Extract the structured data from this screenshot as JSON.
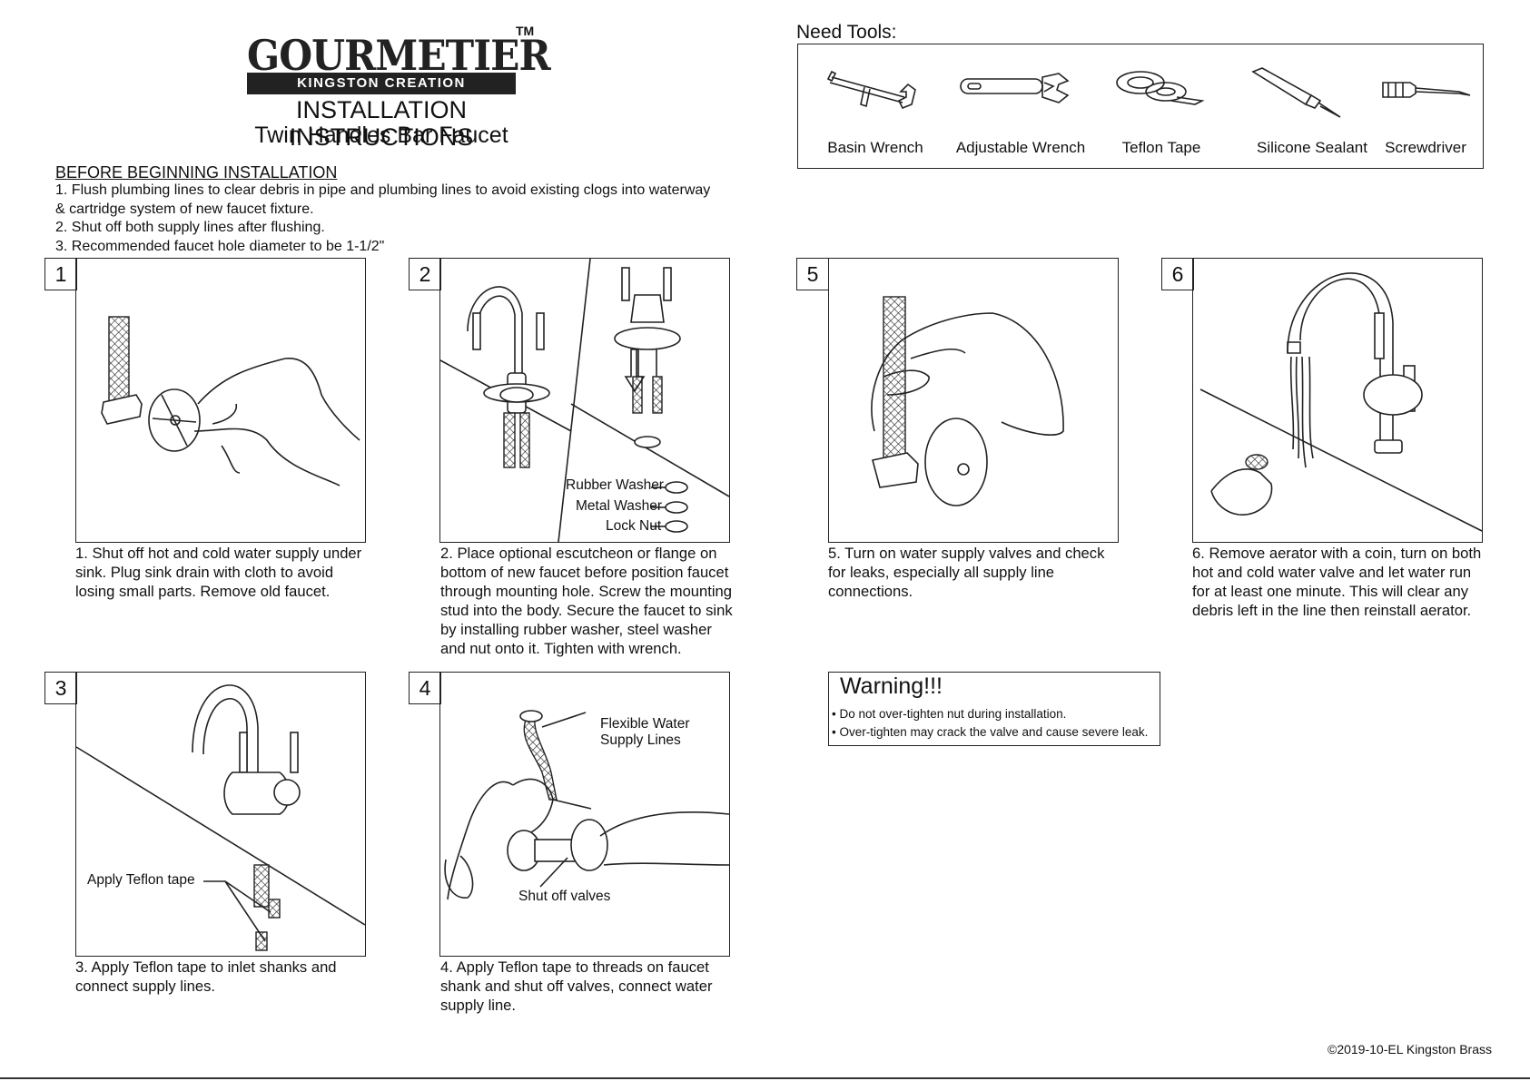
{
  "brand": {
    "name": "GOURMETIER",
    "trademark": "TM",
    "sub": "KINGSTON CREATION"
  },
  "doc": {
    "title": "INSTALLATION INSTRUCTIONS",
    "subtitle": "Twin Handles Bar Faucet"
  },
  "before": {
    "title": "BEFORE BEGINNING INSTALLATION",
    "items": [
      "1. Flush plumbing lines to clear debris in pipe and plumbing lines to avoid existing clogs into waterway",
      "& cartridge system of new faucet fixture.",
      "2. Shut off both supply lines after flushing.",
      "3. Recommended faucet hole diameter to be 1-1/2\""
    ]
  },
  "tools": {
    "title": "Need Tools:",
    "items": [
      {
        "label": "Basin Wrench",
        "icon": "basin-wrench-icon"
      },
      {
        "label": "Adjustable Wrench",
        "icon": "adjustable-wrench-icon"
      },
      {
        "label": "Teflon Tape",
        "icon": "teflon-tape-icon"
      },
      {
        "label": "Silicone Sealant",
        "icon": "silicone-sealant-icon"
      },
      {
        "label": "Screwdriver",
        "icon": "screwdriver-icon"
      }
    ]
  },
  "steps": [
    {
      "num": "1",
      "lines": [
        "1.  Shut off hot and cold water supply under",
        "sink.  Plug sink drain with cloth to avoid",
        "losing small parts.  Remove old faucet."
      ]
    },
    {
      "num": "2",
      "lines": [
        "2. Place optional escutcheon or flange on",
        "bottom of new faucet before position faucet",
        "through mounting hole.  Screw the mounting",
        "stud into the body.  Secure the faucet to sink",
        "by installing rubber washer, steel washer",
        "and nut onto it.  Tighten with wrench."
      ],
      "labels": [
        "Rubber Washer",
        "Metal Washer",
        "Lock Nut"
      ]
    },
    {
      "num": "3",
      "lines": [
        "3. Apply Teflon tape to inlet shanks and",
        "connect supply lines."
      ],
      "labels": [
        "Apply Teflon tape"
      ]
    },
    {
      "num": "4",
      "lines": [
        "4. Apply Teflon tape to threads on faucet",
        "shank and shut off valves, connect water",
        "supply line."
      ],
      "labels": [
        "Flexible Water",
        "Supply Lines",
        "Shut off valves"
      ]
    },
    {
      "num": "5",
      "lines": [
        "5. Turn on water supply valves and check",
        "for leaks, especially all supply line",
        "connections."
      ]
    },
    {
      "num": "6",
      "lines": [
        "6. Remove aerator with a coin, turn on both",
        "hot and cold water valve and let water run",
        "for at least one minute.  This will clear any",
        "debris left in the line then reinstall aerator."
      ]
    }
  ],
  "warning": {
    "title": "Warning!!!",
    "items": [
      "• Do not over-tighten nut during installation.",
      "• Over-tighten may crack the valve and cause severe leak."
    ]
  },
  "footer": {
    "copyright": "©2019-10-EL Kingston Brass"
  }
}
